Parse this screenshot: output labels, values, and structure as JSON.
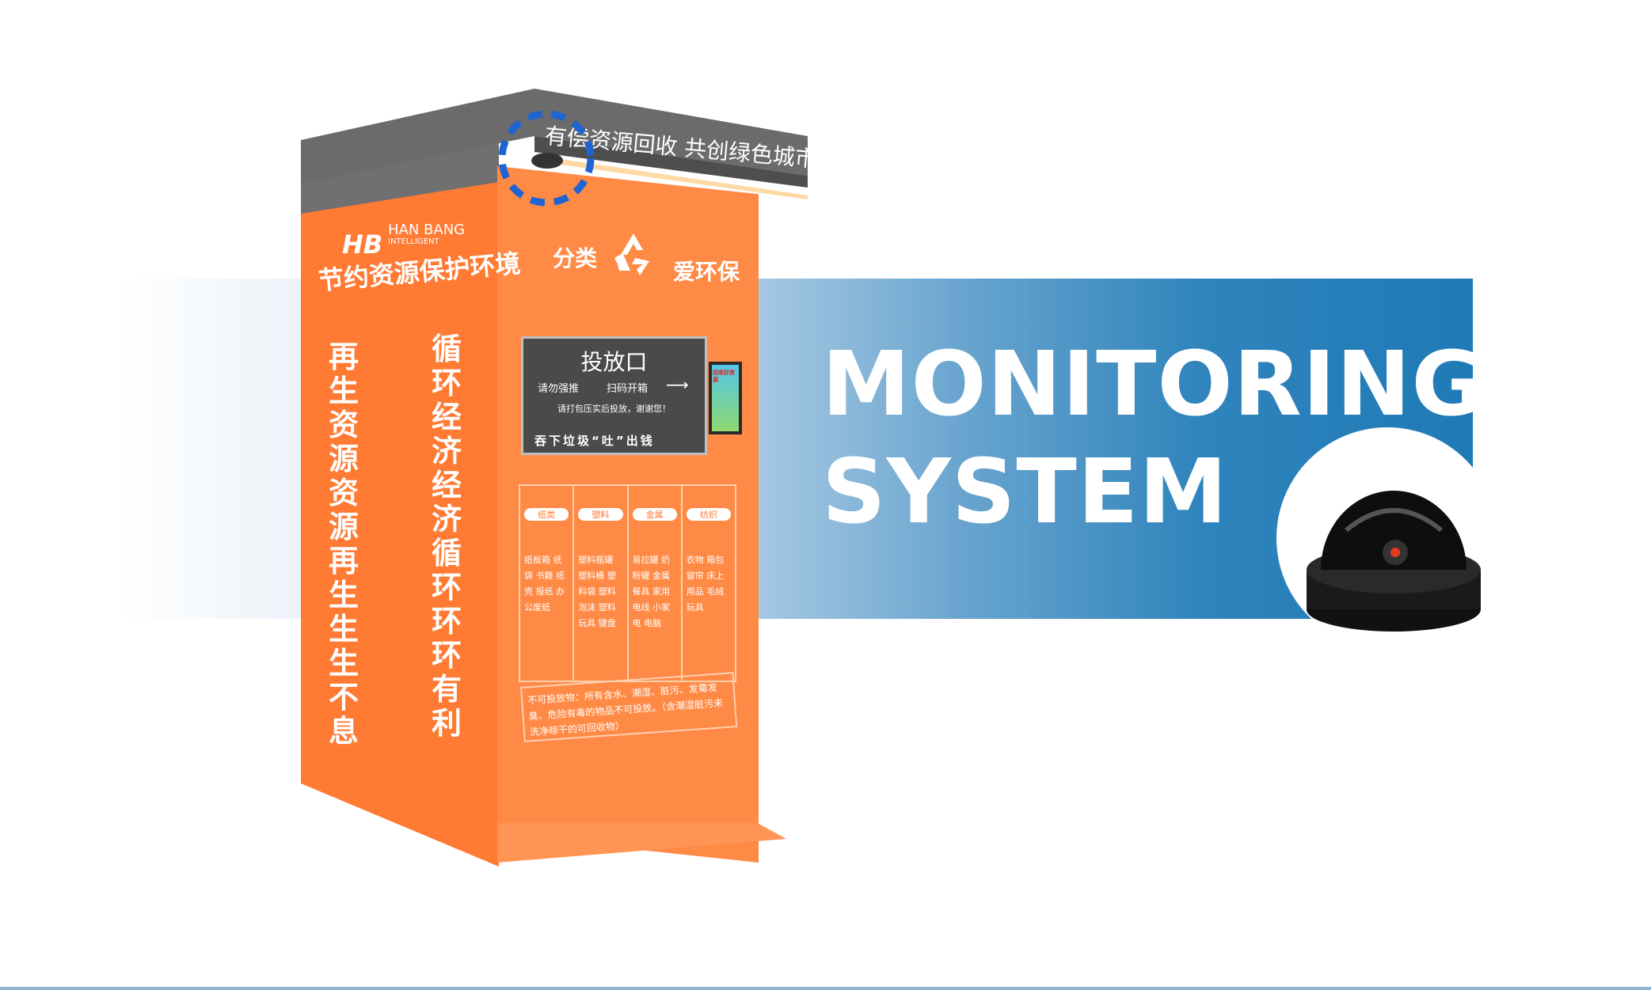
{
  "headline": {
    "line1": "MONITORING",
    "line2": "SYSTEM"
  },
  "kiosk": {
    "roof_slogan": "有偿资源回收  共创绿色城市",
    "brand_logo": "HB",
    "brand_name": "HAN BANG",
    "brand_sub": "INTELLIGENT",
    "side_slogan": "节约资源保护环境",
    "side_vertical_left": "再生资源资源再生生生不息",
    "side_vertical_right": "循环经济经济循环环环有利",
    "front_left": "分类",
    "front_right": "爱环保",
    "slot_title": "投放口",
    "slot_hint_left": "请勿强推",
    "slot_hint_right": "扫码开箱",
    "slot_note": "请打包压实后投放，谢谢您！",
    "slot_slogan": "吞下垃圾“吐”出钱",
    "screen_text": "回收好资源",
    "categories": [
      {
        "name": "纸类",
        "items": "纸板箱 纸袋 书籍 纸壳 报纸 办公废纸"
      },
      {
        "name": "塑料",
        "items": "塑料瓶罐 塑料桶 塑料袋 塑料泡沫 塑料玩具 键盘"
      },
      {
        "name": "金属",
        "items": "易拉罐 奶粉罐 金属餐具 家用电线 小家电 电脑"
      },
      {
        "name": "纺织",
        "items": "衣物 箱包窗帘 床上用品 毛绒玩具"
      }
    ],
    "prohibited": "不可投放物：所有含水、潮湿、脏污、发霉发臭、危险有毒的物品不可投放。（含潮湿脏污未洗净晾干的可回收物）"
  },
  "colors": {
    "orange": "#ff7a33",
    "band_blue": "#1f7ab6",
    "roof_gray": "#6b6b6b",
    "highlight": "#1e64d2"
  },
  "icons": [
    "recycle-icon",
    "camera-dome-icon",
    "leaf-logo-icon",
    "arrow-right-icon"
  ]
}
